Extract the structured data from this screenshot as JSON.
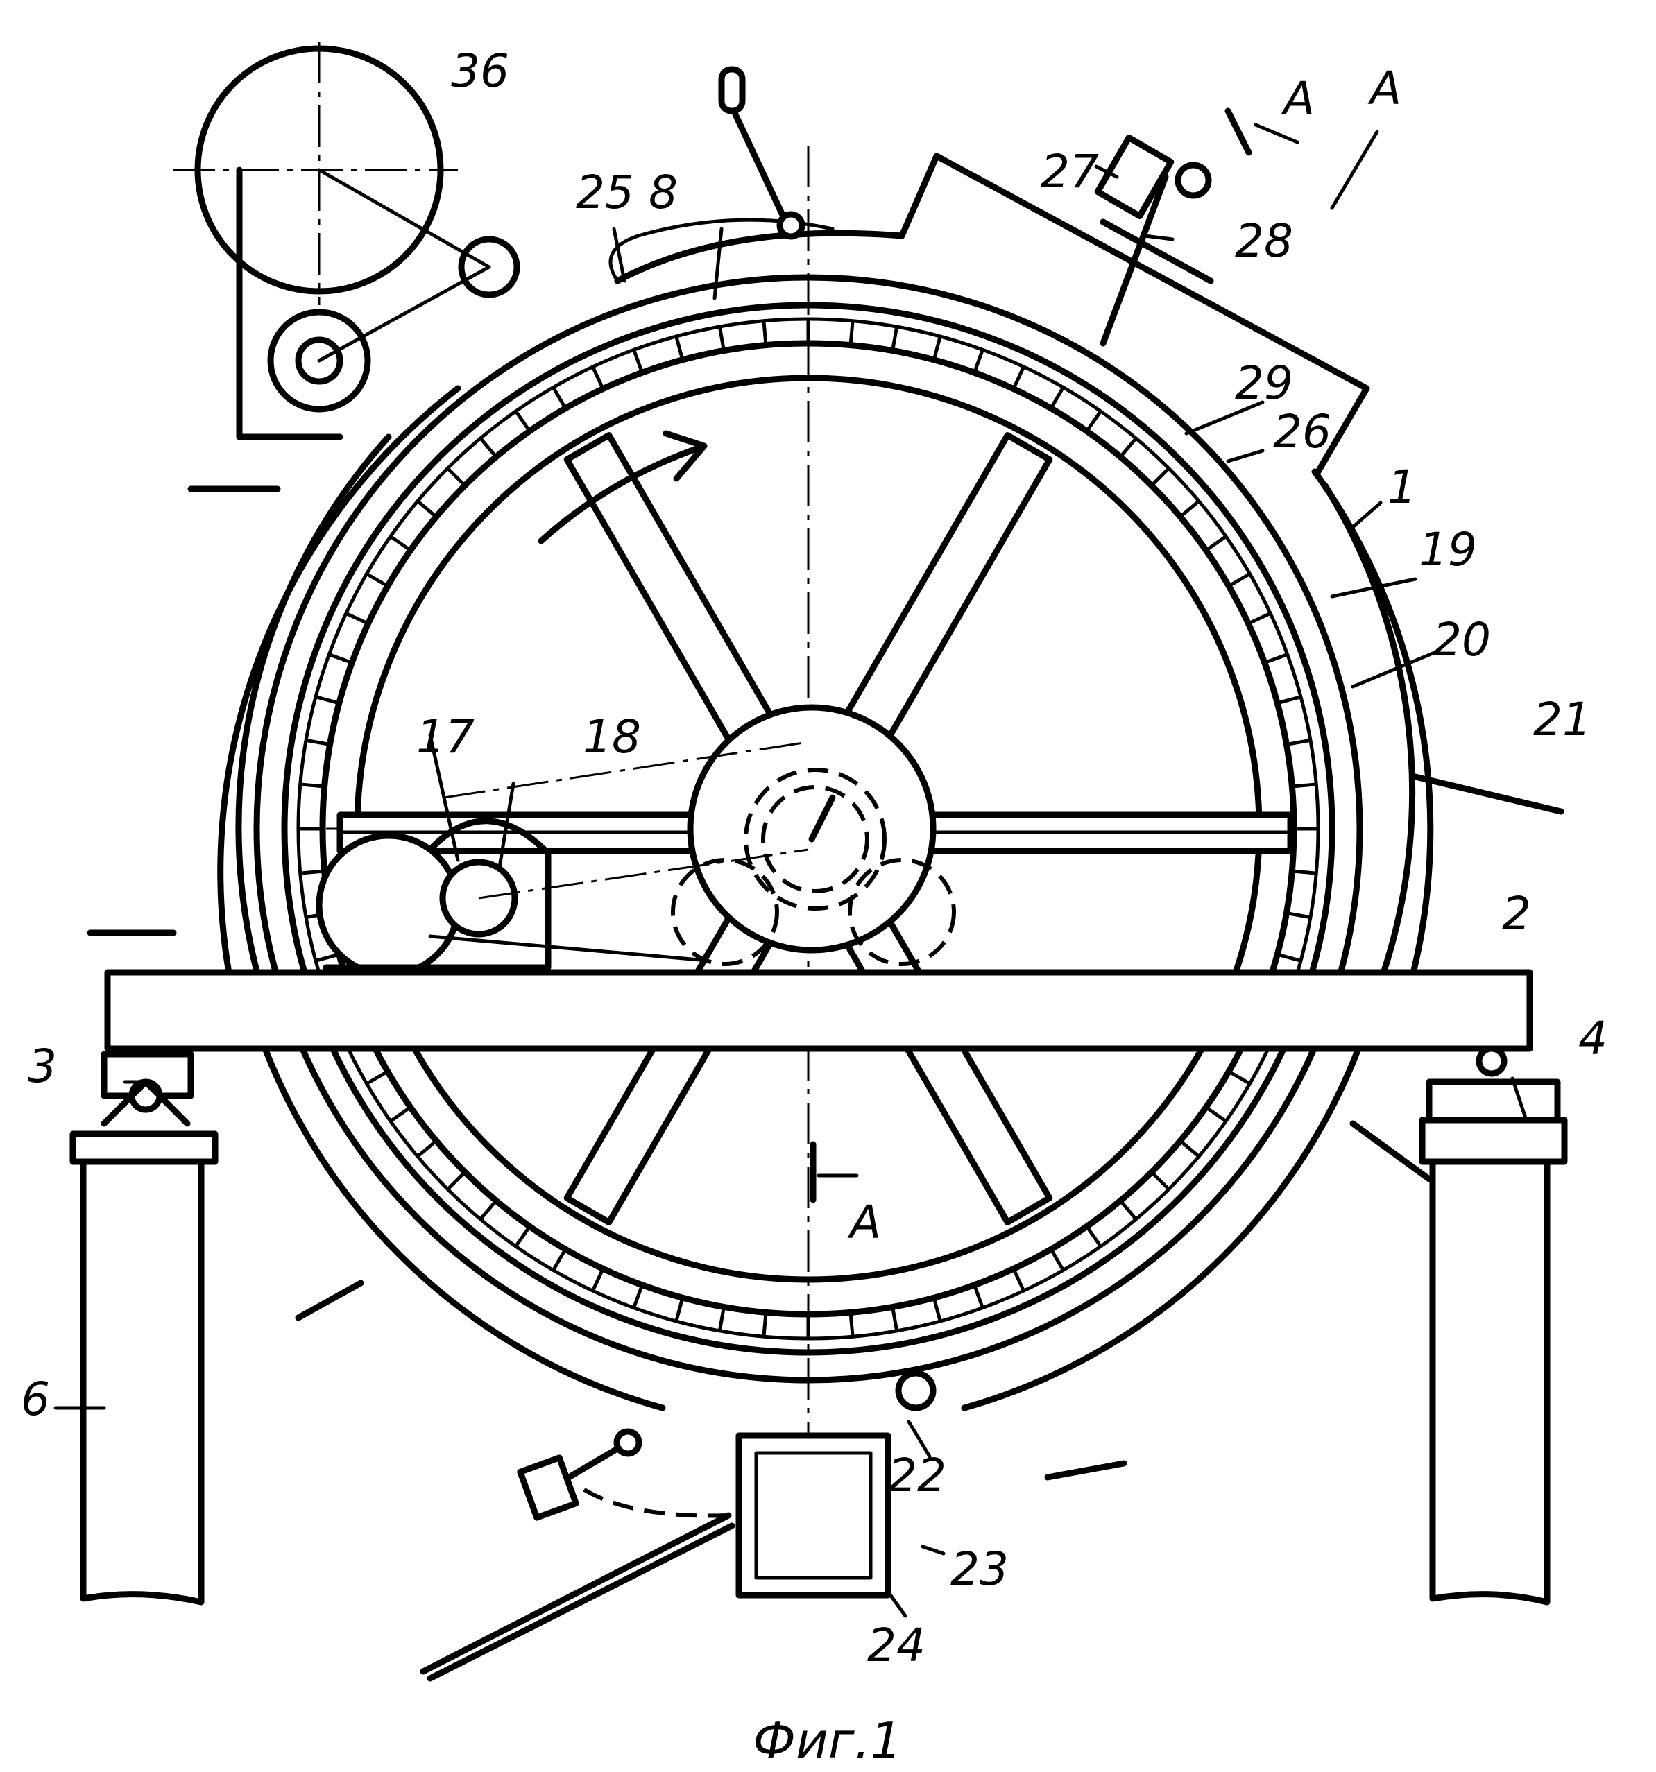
{
  "labels": {
    "l1": "1",
    "l2": "2",
    "l3": "3",
    "l4": "4",
    "l6": "6",
    "l8": "8",
    "l17": "17",
    "l18": "18",
    "l19": "19",
    "l20": "20",
    "l21": "21",
    "l22": "22",
    "l23": "23",
    "l24": "24",
    "l25": "25",
    "l26": "26",
    "l27": "27",
    "l28": "28",
    "l29": "29",
    "l36": "36"
  },
  "section": {
    "mark_top": "A",
    "mark_view": "A",
    "mark_bottom": "A"
  },
  "caption": "Фиг.1"
}
